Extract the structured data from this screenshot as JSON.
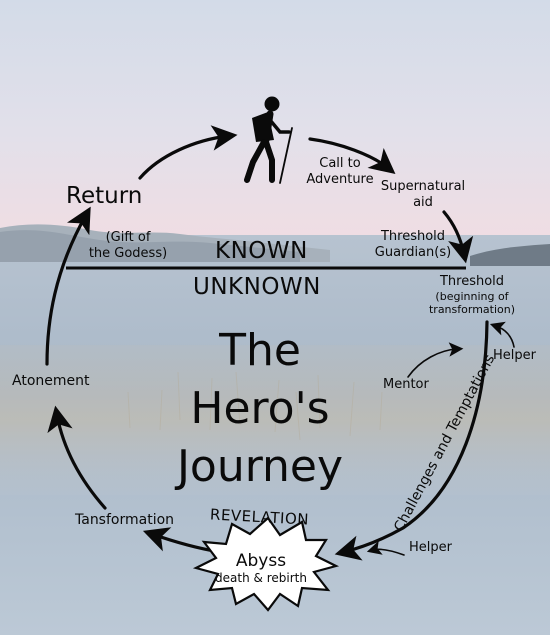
{
  "title": {
    "line1": "The",
    "line2": "Hero's",
    "line3": "Journey"
  },
  "realms": {
    "known": "KNOWN",
    "unknown": "UNKNOWN"
  },
  "stages": {
    "call": {
      "line1": "Call to",
      "line2": "Adventure"
    },
    "supernatural": {
      "line1": "Supernatural",
      "line2": "aid"
    },
    "guardian": {
      "line1": "Threshold",
      "line2": "Guardian(s)"
    },
    "threshold": {
      "line1": "Threshold",
      "line2": "(beginning of",
      "line3": "transformation)"
    },
    "helper_top": "Helper",
    "mentor": "Mentor",
    "challenges": "Challenges and Temptations",
    "helper_bottom": "Helper",
    "revelation": "REVELATION",
    "abyss": {
      "line1": "Abyss",
      "line2": "death & rebirth"
    },
    "transformation": "Tansformation",
    "atonement": "Atonement",
    "return": "Return",
    "gift": {
      "line1": "(Gift of",
      "line2": "the Godess)"
    }
  },
  "icons": {
    "hero": "hiker-icon",
    "abyss": "starburst-icon"
  },
  "colors": {
    "ink": "#0a0a0a",
    "sky_top": "#d3dbe8",
    "sky_horizon": "#f0dde3",
    "water": "#aebdcd"
  }
}
